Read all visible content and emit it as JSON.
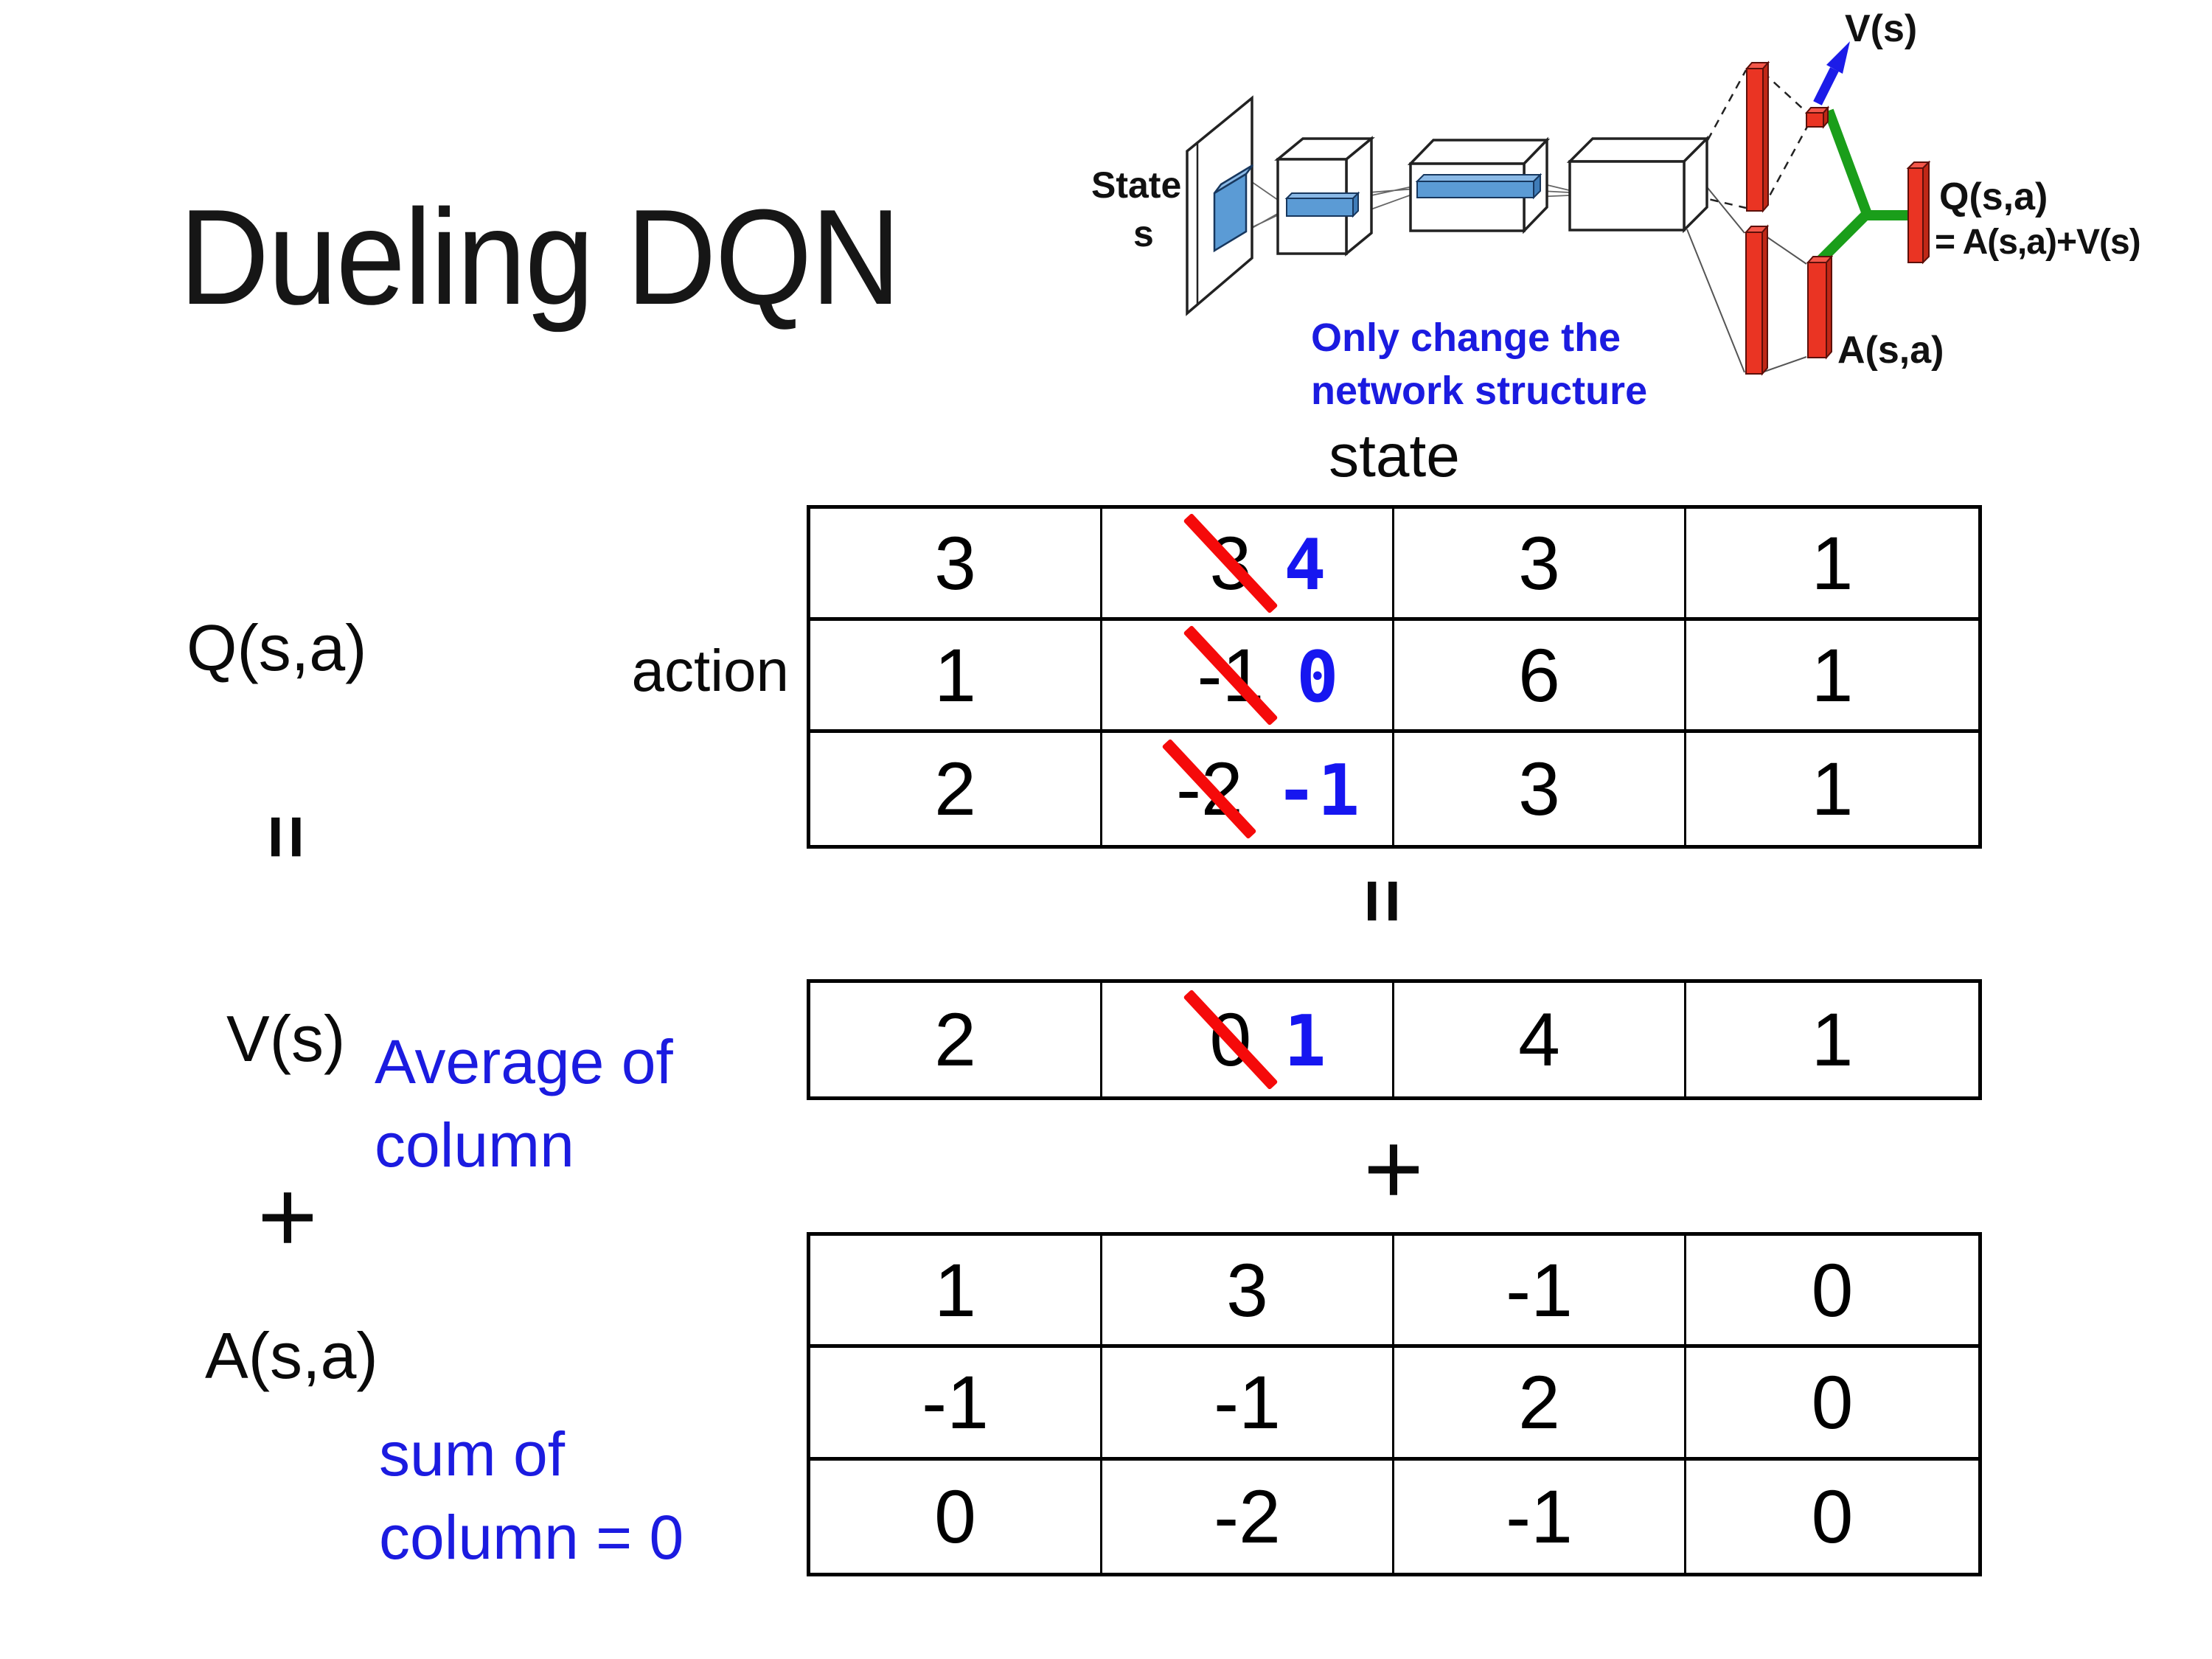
{
  "title": "Dueling DQN",
  "diagram": {
    "state_line1": "State",
    "state_line2": "s",
    "v_out": "V(s)",
    "q_out_line1": "Q(s,a)",
    "q_out_line2": "= A(s,a)+V(s)",
    "a_out": "A(s,a)",
    "note_line1": "Only change the",
    "note_line2": "network structure"
  },
  "labels": {
    "q": "Q(s,a)",
    "v": "V(s)",
    "a": "A(s,a)",
    "equals": "=",
    "plus": "+",
    "state_header": "state",
    "action_header": "action",
    "avg_line1": "Average of",
    "avg_line2": "column",
    "sum_line1": "sum of",
    "sum_line2": "column = 0"
  },
  "tables": {
    "q": {
      "rows": [
        [
          "3",
          {
            "old": "3",
            "new": "4"
          },
          "3",
          "1"
        ],
        [
          "1",
          {
            "old": "-1",
            "new": "0"
          },
          "6",
          "1"
        ],
        [
          "2",
          {
            "old": "-2",
            "new": "-1"
          },
          "3",
          "1"
        ]
      ]
    },
    "v": {
      "rows": [
        [
          "2",
          {
            "old": "0",
            "new": "1"
          },
          "4",
          "1"
        ]
      ]
    },
    "a": {
      "rows": [
        [
          "1",
          "3",
          "-1",
          "0"
        ],
        [
          "-1",
          "-1",
          "2",
          "0"
        ],
        [
          "0",
          "-2",
          "-1",
          "0"
        ]
      ]
    }
  },
  "colors": {
    "accent_blue": "#1b1be0",
    "strike_red": "#f50a0a",
    "bar_red": "#ea3423",
    "link_green": "#1a9e1a",
    "box_blue": "#5b9bd5",
    "arrow_blue": "#1c1ce8"
  }
}
